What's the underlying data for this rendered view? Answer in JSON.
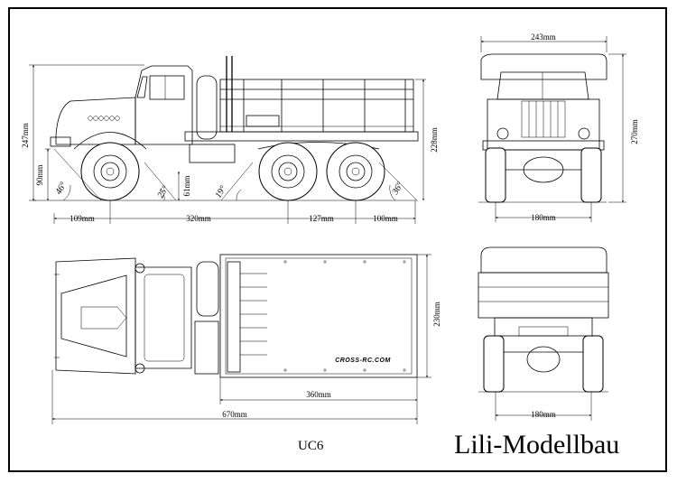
{
  "dimensions": {
    "side_height": "247mm",
    "side_body_height": "228mm",
    "side_ground_clearance": "90mm",
    "side_front_overhang": "109mm",
    "side_wheelbase_front": "320mm",
    "side_wheelbase_rear": "127mm",
    "side_rear_overhang": "100mm",
    "side_axle_height": "61mm",
    "front_width": "243mm",
    "front_height": "270mm",
    "front_track": "180mm",
    "top_bed_width": "230mm",
    "top_bed_length": "360mm",
    "top_total_length": "670mm",
    "rear_track": "180mm"
  },
  "angles": {
    "approach": "46°",
    "breakover_front": "25°",
    "breakover_rear": "19°",
    "departure": "36°"
  },
  "bed_print": "CROSS-RC.COM",
  "model": "UC6",
  "brand": "Lili-Modellbau"
}
